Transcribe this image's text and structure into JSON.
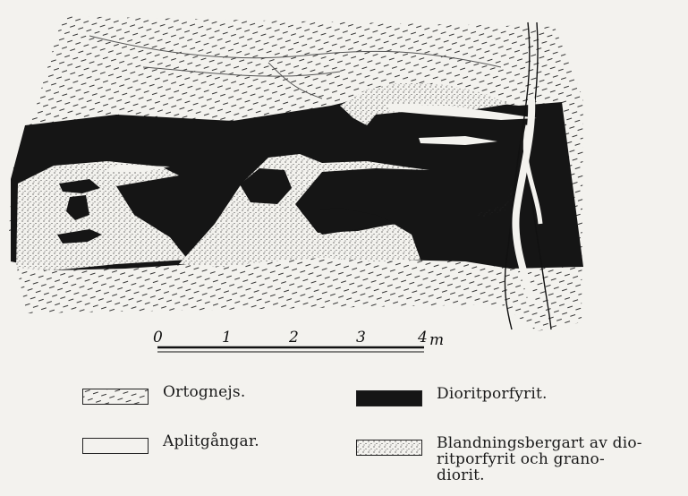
{
  "scale_bar": {
    "ticks": [
      "0",
      "1",
      "2",
      "3",
      "4"
    ],
    "unit": "m"
  },
  "legend": [
    {
      "key": "orthogneiss",
      "label": "Ortognejs.",
      "swatch": "hatch"
    },
    {
      "key": "diorite_porphyry",
      "label": "Dioritporfyrit.",
      "swatch": "solid"
    },
    {
      "key": "aplite_dykes",
      "label": "Aplitgångar.",
      "swatch": "blank"
    },
    {
      "key": "mixed_rock",
      "label": "Blandningsbergart av dio-\nritporfyrit och grano-\ndiorit.",
      "swatch": "stipple"
    }
  ],
  "colors": {
    "ink": "#151515",
    "paper": "#f3f2ee"
  }
}
